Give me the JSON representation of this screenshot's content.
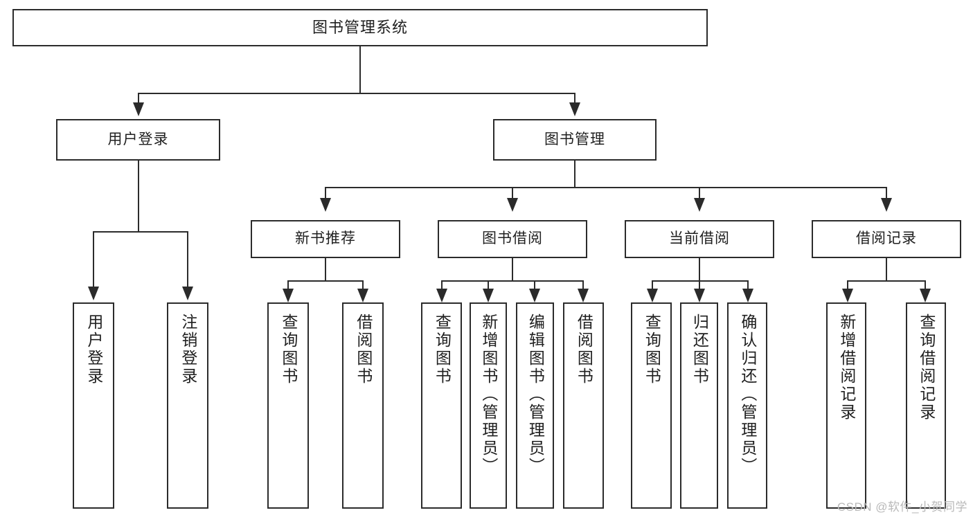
{
  "diagram": {
    "type": "tree",
    "title": "图书管理系统",
    "watermark": "CSDN @软件_小贺同学"
  },
  "root": {
    "label": "图书管理系统"
  },
  "level2": [
    {
      "label": "用户登录"
    },
    {
      "label": "图书管理"
    }
  ],
  "level3": [
    {
      "label": "新书推荐"
    },
    {
      "label": "图书借阅"
    },
    {
      "label": "当前借阅"
    },
    {
      "label": "借阅记录"
    }
  ],
  "leaves": {
    "user_login": [
      {
        "label": "用户登录"
      },
      {
        "label": "注销登录"
      }
    ],
    "new_book": [
      {
        "label": "查询图书"
      },
      {
        "label": "借阅图书"
      }
    ],
    "borrow_book": [
      {
        "label": "查询图书"
      },
      {
        "label": "新增图书（管理员）"
      },
      {
        "label": "编辑图书（管理员）"
      },
      {
        "label": "借阅图书"
      }
    ],
    "current_borrow": [
      {
        "label": "查询图书"
      },
      {
        "label": "归还图书"
      },
      {
        "label": "确认归还（管理员）"
      }
    ],
    "borrow_record": [
      {
        "label": "新增借阅记录"
      },
      {
        "label": "查询借阅记录"
      }
    ]
  },
  "colors": {
    "stroke": "#2b2b2b",
    "fill": "#ffffff",
    "text": "#1f1f1f",
    "watermark": "#b9b9b9"
  }
}
